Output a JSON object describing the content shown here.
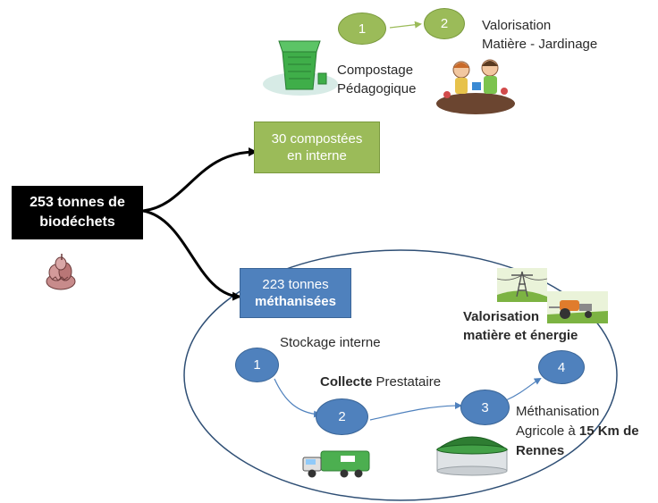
{
  "source": {
    "line1": "253 tonnes de",
    "line2": "biodéchets"
  },
  "compost_box": {
    "line1": "30 compostées",
    "line2": "en interne"
  },
  "compost_flow": {
    "step1": "1",
    "step2": "2",
    "label1_line1": "Compostage",
    "label1_line2": "Pédagogique",
    "label2_line1": "Valorisation",
    "label2_line2": "Matière -  Jardinage"
  },
  "methan_box": {
    "line1": "223 tonnes",
    "line2": "méthanisées"
  },
  "methan_flow": {
    "step1": "1",
    "step2": "2",
    "step3": "3",
    "step4": "4",
    "stockage": "Stockage interne",
    "collecte_bold": "Collecte",
    "collecte_rest": " Prestataire",
    "valo_line1": "Valorisation",
    "valo_line2": "matière et énergie",
    "meth_line1": "Méthanisation",
    "meth_line2_a": "Agricole à ",
    "meth_line2_b": "15 Km de",
    "meth_line3": "Rennes"
  },
  "colors": {
    "green": "#9bbb59",
    "blue": "#4f81bd",
    "black": "#000000"
  },
  "icons": [
    "compost-bin-icon",
    "children-gardening-icon",
    "biowaste-pile-icon",
    "power-line-icon",
    "tractor-field-icon",
    "garbage-truck-icon",
    "biogas-digester-icon"
  ]
}
